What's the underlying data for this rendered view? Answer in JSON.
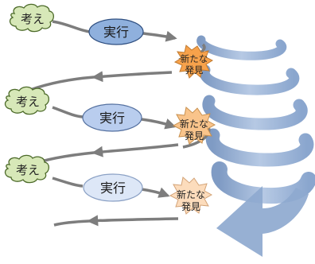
{
  "cycles": [
    {
      "think_label": "考え",
      "execute_label": "実行",
      "discovery_label_line1": "新たな",
      "discovery_label_line2": "発見"
    },
    {
      "think_label": "考え",
      "execute_label": "実行",
      "discovery_label_line1": "新たな",
      "discovery_label_line2": "発見"
    },
    {
      "think_label": "考え",
      "execute_label": "実行",
      "discovery_label_line1": "新たな",
      "discovery_label_line2": "発見"
    }
  ],
  "colors": {
    "cloud_fill": "#d7e8b8",
    "cloud_stroke": "#4d6b2a",
    "execute_fill_1": "#8fb0dd",
    "execute_fill_2": "#b9cdee",
    "execute_fill_3": "#dde7f7",
    "burst_fill_1": "#f7a24b",
    "burst_fill_2": "#f9c48b",
    "burst_fill_3": "#fcdcbc",
    "arrow_gray": "#7d7d7d",
    "spiral_blue": "#8ea9cf"
  }
}
